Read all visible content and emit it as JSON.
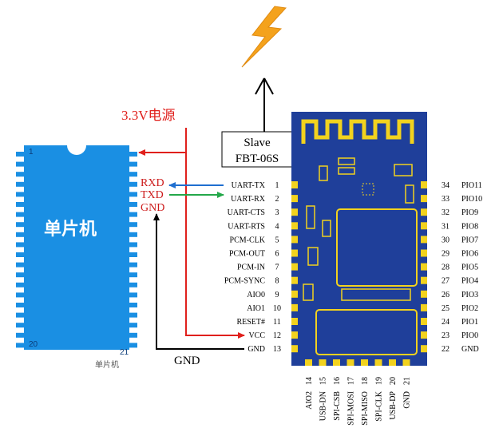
{
  "power_label": "3.3V电源",
  "mcu": {
    "name": "单片机",
    "caption": "单片机",
    "pin1": "1",
    "pin20": "20",
    "pin21": "21",
    "signals": [
      "RXD",
      "TXD",
      "GND"
    ]
  },
  "slave_box": {
    "line1": "Slave",
    "line2": "FBT-06S"
  },
  "gnd_label": "GND",
  "module_left_pins": [
    {
      "label": "UART-TX",
      "num": "1"
    },
    {
      "label": "UART-RX",
      "num": "2"
    },
    {
      "label": "UART-CTS",
      "num": "3"
    },
    {
      "label": "UART-RTS",
      "num": "4"
    },
    {
      "label": "PCM-CLK",
      "num": "5"
    },
    {
      "label": "PCM-OUT",
      "num": "6"
    },
    {
      "label": "PCM-IN",
      "num": "7"
    },
    {
      "label": "PCM-SYNC",
      "num": "8"
    },
    {
      "label": "AIO0",
      "num": "9"
    },
    {
      "label": "AIO1",
      "num": "10"
    },
    {
      "label": "RESET#",
      "num": "11"
    },
    {
      "label": "VCC",
      "num": "12"
    },
    {
      "label": "GND",
      "num": "13"
    }
  ],
  "module_right_pins": [
    {
      "num": "34",
      "label": "PIO11"
    },
    {
      "num": "33",
      "label": "PIO10"
    },
    {
      "num": "32",
      "label": "PIO9"
    },
    {
      "num": "31",
      "label": "PIO8"
    },
    {
      "num": "30",
      "label": "PIO7"
    },
    {
      "num": "29",
      "label": "PIO6"
    },
    {
      "num": "28",
      "label": "PIO5"
    },
    {
      "num": "27",
      "label": "PIO4"
    },
    {
      "num": "26",
      "label": "PIO3"
    },
    {
      "num": "25",
      "label": "PIO2"
    },
    {
      "num": "24",
      "label": "PIO1"
    },
    {
      "num": "23",
      "label": "PIO0"
    },
    {
      "num": "22",
      "label": "GND"
    }
  ],
  "module_bottom_pins": [
    {
      "num": "14",
      "label": "AIO2"
    },
    {
      "num": "15",
      "label": "USB-DN"
    },
    {
      "num": "16",
      "label": "SPI-CSB"
    },
    {
      "num": "17",
      "label": "SPI-MOSI"
    },
    {
      "num": "18",
      "label": "SPI-MISO"
    },
    {
      "num": "19",
      "label": "SPI-CLK"
    },
    {
      "num": "20",
      "label": "USB-DP"
    },
    {
      "num": "21",
      "label": "GND"
    }
  ],
  "colors": {
    "mcu_blue": "#1a8fe3",
    "module_blue": "#1f3f9a",
    "module_yellow": "#f2d21e",
    "vcc_red": "#e0201c",
    "tx_blue": "#1f6fd0",
    "rx_green": "#24a84a",
    "gnd_black": "#000000",
    "lightning": "#f4a21c"
  },
  "icons": {
    "lightning": "lightning-icon",
    "antenna": "antenna-icon"
  }
}
